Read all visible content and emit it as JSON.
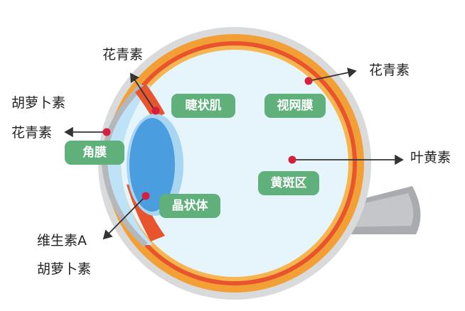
{
  "colors": {
    "sclera_outer": "#d9dadc",
    "orange_band": "#f2a036",
    "red_band": "#e8542e",
    "eye_interior": "#e6f4fb",
    "lens": "#4a9ee0",
    "cornea": "#bfe3f6",
    "optic_nerve": "#a9abae",
    "label_bg": "#5fb07a",
    "marker": "#d61f3e",
    "text": "#222222"
  },
  "labels": {
    "cornea": "角膜",
    "ciliary_muscle": "睫状肌",
    "lens": "晶状体",
    "retina": "视网膜",
    "macula": "黄斑区"
  },
  "nutrients": {
    "ciliary_top": "花青素",
    "cornea_line1": "胡萝卜素",
    "cornea_line2": "花青素",
    "retina": "花青素",
    "macula": "叶黄素",
    "lens_line1": "维生素A",
    "lens_line2": "胡萝卜素"
  }
}
